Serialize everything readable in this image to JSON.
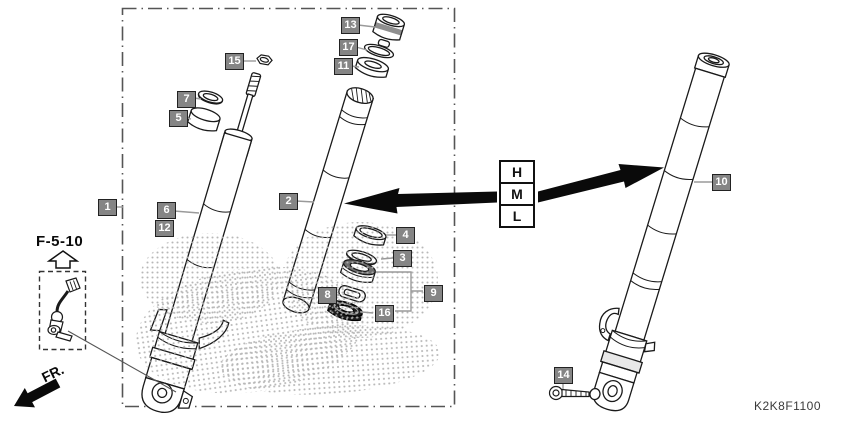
{
  "diagram": {
    "part_code": "K2K8F1100",
    "reference_label": "F-5-10",
    "front_direction_label": "FR.",
    "size_options": [
      "H",
      "M",
      "L"
    ],
    "callouts": [
      "1",
      "2",
      "3",
      "4",
      "5",
      "6",
      "7",
      "8",
      "9",
      "10",
      "11",
      "12",
      "13",
      "14",
      "15",
      "16",
      "17"
    ],
    "icons": [
      "direction-arrow-left",
      "direction-arrow-right",
      "front-direction-arrow",
      "reference-up-arrow"
    ],
    "colors": {
      "callout_bg": "#858585",
      "callout_text": "#ffffff",
      "line": "#1a1a1a",
      "leader_line": "#9a9a9a",
      "halftone_dot": "#b0b0b0"
    }
  }
}
